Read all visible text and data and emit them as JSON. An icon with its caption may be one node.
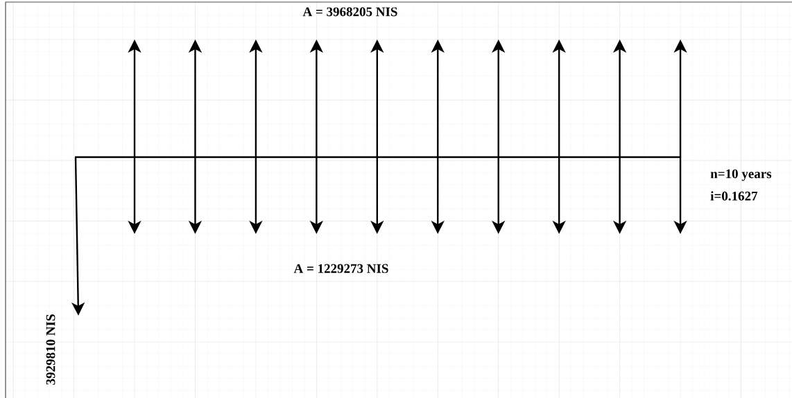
{
  "diagram": {
    "labels": [
      "A = 3968205 NIS",
      "n=10 years",
      "i=0.1627",
      "A = 1229273 NIS",
      "3929810 NIS"
    ]
  }
}
